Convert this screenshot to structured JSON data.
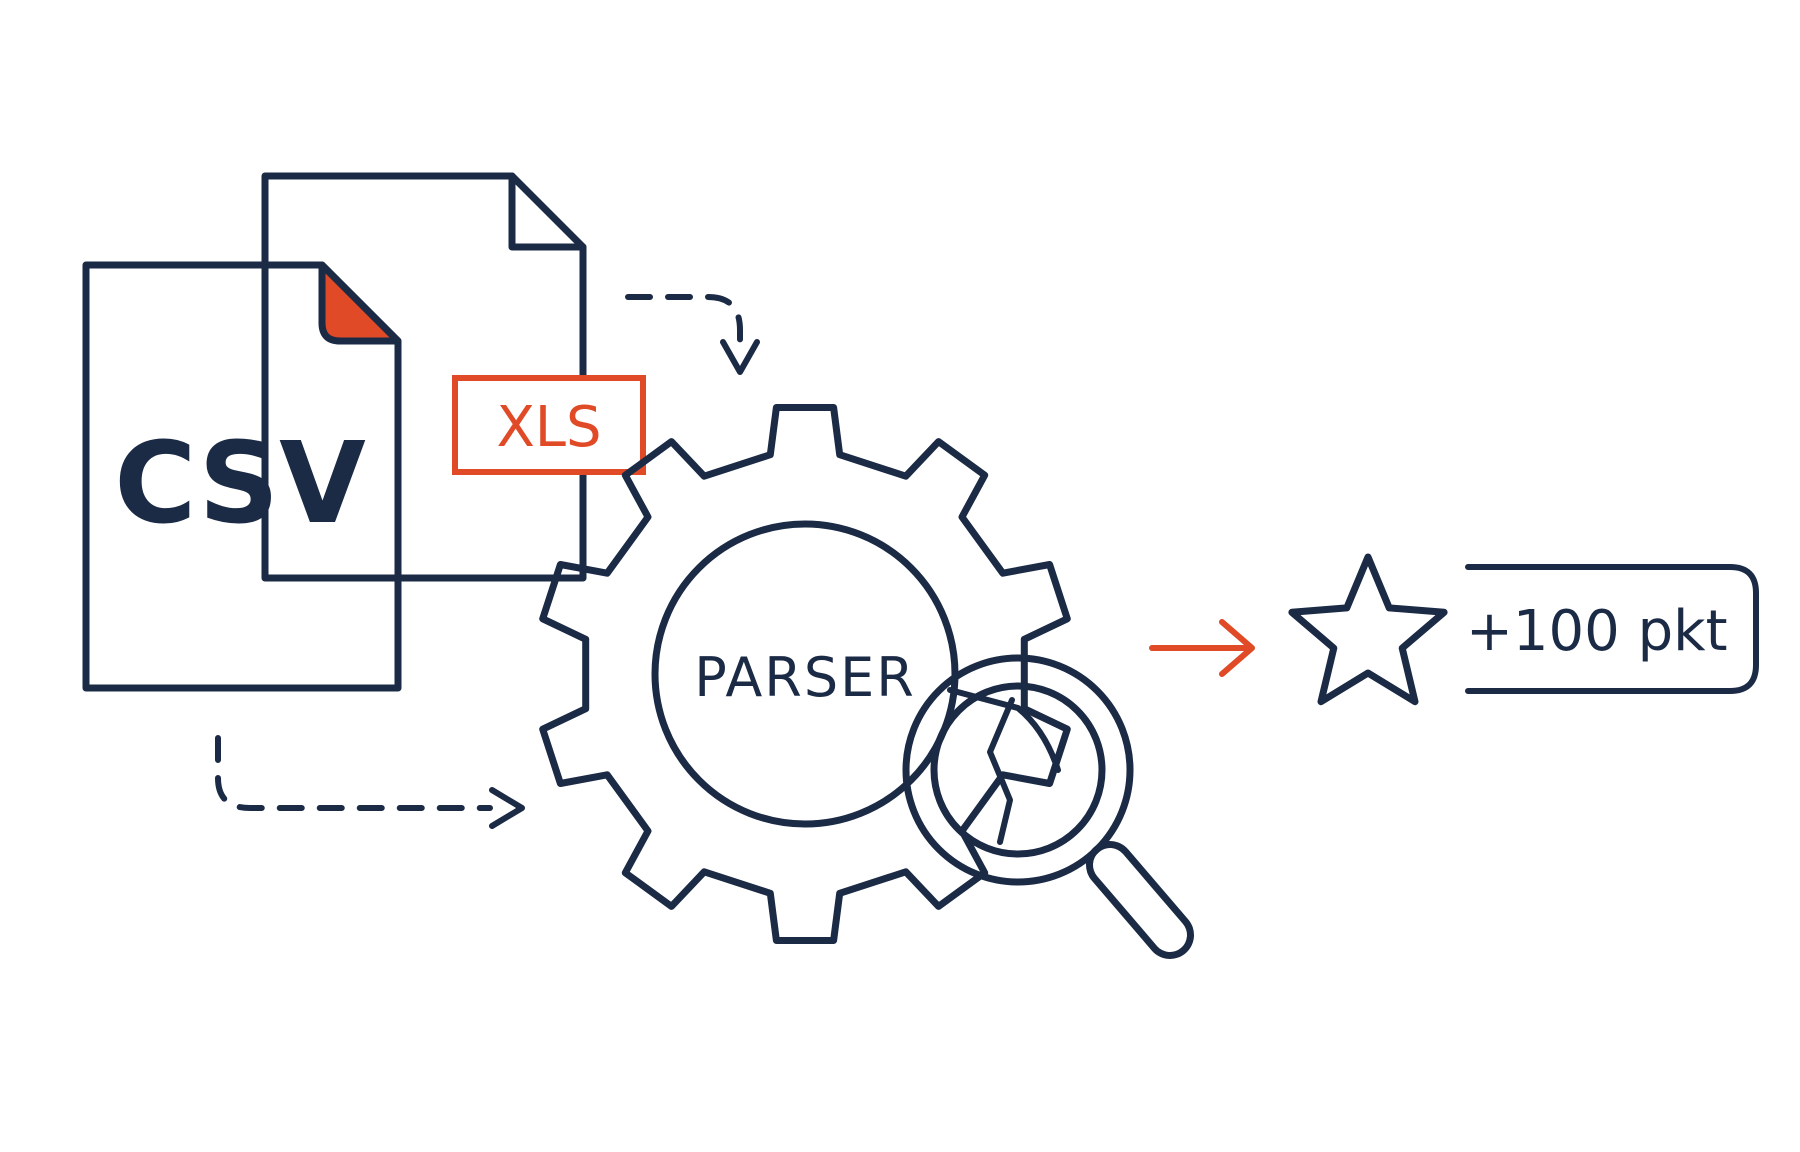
{
  "diagram": {
    "csv_label": "CSV",
    "xls_label": "XLS",
    "parser_label": "PARSER",
    "points_label": "+100 pkt"
  },
  "colors": {
    "navy": "#1b2a45",
    "accent": "#e04a26",
    "background": "#ffffff"
  },
  "icons": [
    "document-icon",
    "gear-icon",
    "magnifier-icon",
    "star-icon",
    "arrow-right-icon",
    "dashed-arrow-icon"
  ]
}
